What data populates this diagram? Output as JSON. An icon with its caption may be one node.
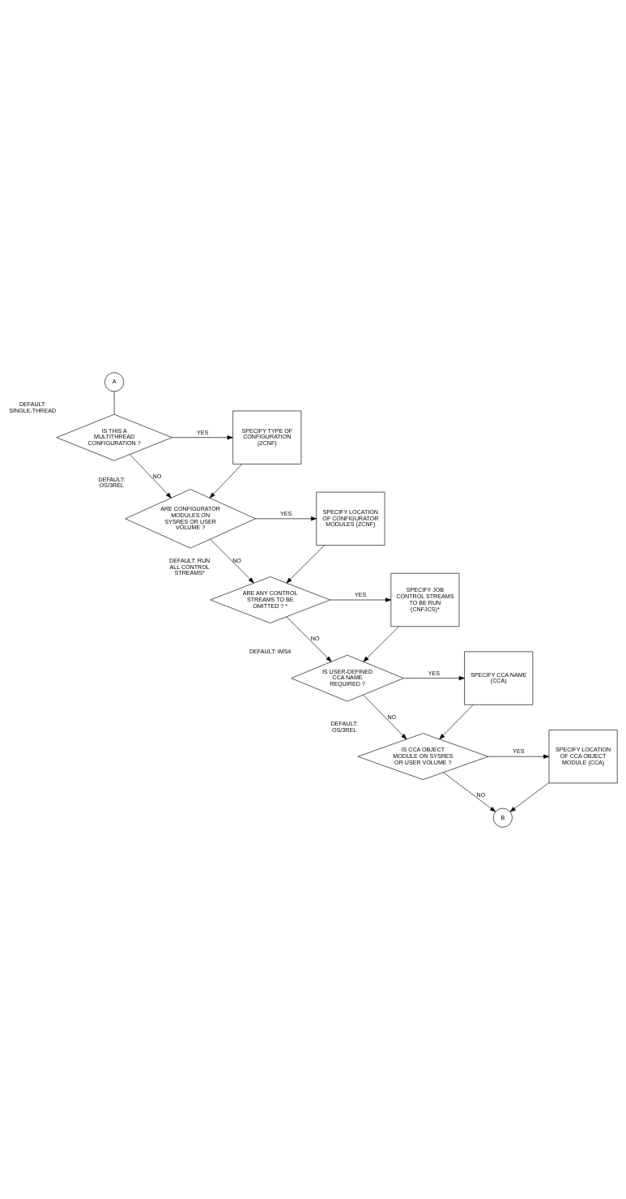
{
  "diagram": {
    "nodes": [
      {
        "text": [
          "A"
        ]
      },
      {
        "text": [
          "IS THIS A MULTITHREAD CONFIGURATION ?"
        ],
        "beside": [
          "DEFAULT: SINGLE-THREAD"
        ]
      },
      {
        "text": [
          "SPECIFY TYPE OF CONFIGURATION (ZCNF)"
        ]
      },
      {
        "text": [
          "ARE CONFIGURATOR MODULES ON SYSRES OR USER VOLUME ?"
        ],
        "beside": [
          "DEFAULT: OS/3REL"
        ]
      },
      {
        "text": [
          "SPECIFY LOCATION OF CONFIGURATOR MODULES (ZCNF)"
        ]
      },
      {
        "text": [
          "ARE ANY CONTROL STREAMS TO BE OMITTED ? *"
        ],
        "beside": [
          "DEFAULT: RUN ALL CONTROL STREAMS*"
        ]
      },
      {
        "text": [
          "SPECIFY JOB CONTROL STREAMS TO BE RUN (CNFJCS)*"
        ]
      },
      {
        "text": [
          "IS USER-DEFINED CCA NAME REQUIRED ?"
        ],
        "beside": [
          "DEFAULT: IMS4"
        ]
      },
      {
        "text": [
          "SPECIFY CCA NAME (CCA)"
        ]
      },
      {
        "text": [
          "IS CCA OBJECT MODULE ON SYSRES OR USER VOLUME ?"
        ],
        "beside": [
          "DEFAULT: OS/3REL"
        ]
      },
      {
        "text": [
          "SPECIFY LOCATION OF CCA OBJECT MODULE (CCA)"
        ]
      },
      {
        "text": [
          "B"
        ]
      }
    ],
    "edges": [
      {
        "from": 0,
        "to": 1,
        "arrow": "none"
      },
      {
        "from": 1,
        "to": 2,
        "arrow": "to",
        "label": "YES"
      },
      {
        "from": 1,
        "to": 3,
        "arrow": "to",
        "label": "NO"
      },
      {
        "from": 2,
        "to": 3,
        "arrow": "to"
      },
      {
        "from": 3,
        "to": 4,
        "arrow": "to",
        "label": "YES"
      },
      {
        "from": 3,
        "to": 5,
        "arrow": "to",
        "label": "NO"
      },
      {
        "from": 4,
        "to": 5,
        "arrow": "to"
      },
      {
        "from": 5,
        "to": 6,
        "arrow": "to",
        "label": "YES"
      },
      {
        "from": 5,
        "to": 7,
        "arrow": "to",
        "label": "NO"
      },
      {
        "from": 6,
        "to": 7,
        "arrow": "to"
      },
      {
        "from": 7,
        "to": 8,
        "arrow": "to",
        "label": "YES"
      },
      {
        "from": 7,
        "to": 9,
        "arrow": "to",
        "label": "NO"
      },
      {
        "from": 8,
        "to": 9,
        "arrow": "to"
      },
      {
        "from": 9,
        "to": 10,
        "arrow": "to",
        "label": "YES"
      },
      {
        "from": 9,
        "to": 11,
        "arrow": "to",
        "label": "NO"
      },
      {
        "from": 10,
        "to": 11,
        "arrow": "to"
      }
    ]
  }
}
